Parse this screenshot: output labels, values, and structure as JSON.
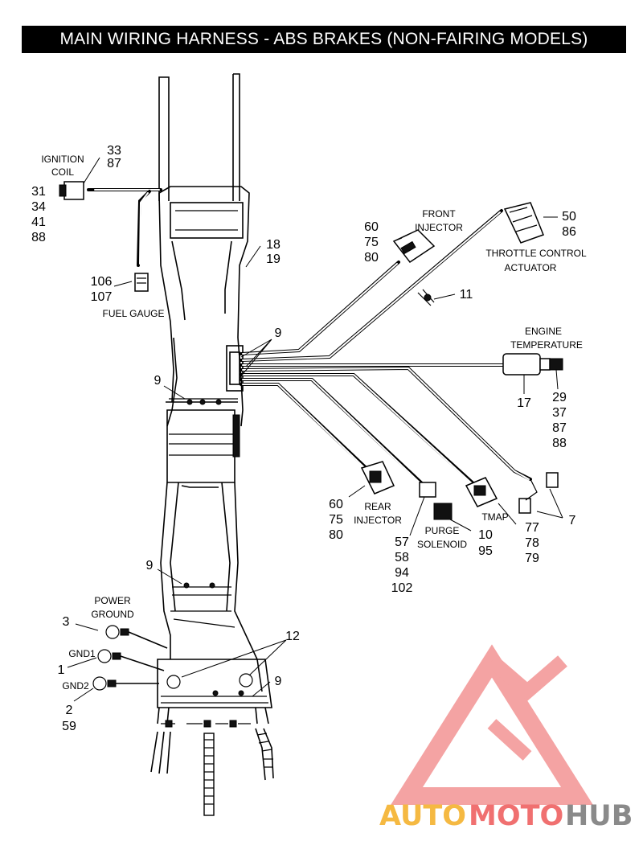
{
  "title": "MAIN WIRING HARNESS - ABS BRAKES (NON-FAIRING MODELS)",
  "labels": {
    "ignition_coil_1": "IGNITION",
    "ignition_coil_2": "COIL",
    "front_injector_1": "FRONT",
    "front_injector_2": "INJECTOR",
    "throttle_1": "THROTTLE CONTROL",
    "throttle_2": "ACTUATOR",
    "fuel_gauge": "FUEL GAUGE",
    "engine_temp_1": "ENGINE",
    "engine_temp_2": "TEMPERATURE",
    "rear_injector_1": "REAR",
    "rear_injector_2": "INJECTOR",
    "purge_1": "PURGE",
    "purge_2": "SOLENOID",
    "tmap": "TMAP",
    "power_ground_1": "POWER",
    "power_ground_2": "GROUND",
    "gnd1": "GND1",
    "gnd2": "GND2"
  },
  "callouts": {
    "ign_a1": "33",
    "ign_a2": "87",
    "ign_b1": "31",
    "ign_b2": "34",
    "ign_b3": "41",
    "ign_b4": "88",
    "frame_a": "18",
    "frame_b": "19",
    "fuel_a": "106",
    "fuel_b": "107",
    "finj_a": "60",
    "finj_b": "75",
    "finj_c": "80",
    "thr_a": "50",
    "thr_b": "86",
    "clip_11": "11",
    "nine_a": "9",
    "nine_b": "9",
    "nine_c": "9",
    "nine_d": "9",
    "seventeen": "17",
    "temp_a": "29",
    "temp_b": "37",
    "temp_c": "87",
    "temp_d": "88",
    "rinj_a": "60",
    "rinj_b": "75",
    "rinj_c": "80",
    "purge_a": "57",
    "purge_b": "58",
    "purge_c": "94",
    "purge_d": "102",
    "purge_e": "10",
    "purge_f": "95",
    "tmap_a": "77",
    "tmap_b": "78",
    "tmap_c": "79",
    "seven": "7",
    "twelve": "12",
    "pg_three": "3",
    "gnd1_one": "1",
    "gnd2_a": "2",
    "gnd2_b": "59"
  },
  "watermark": {
    "part1": "AUTO",
    "part2": "MOTO",
    "part3": "HUB"
  },
  "colors": {
    "watermark_orange": "#f5b942",
    "watermark_red": "#f07070",
    "watermark_grey": "#8a8a8a"
  }
}
